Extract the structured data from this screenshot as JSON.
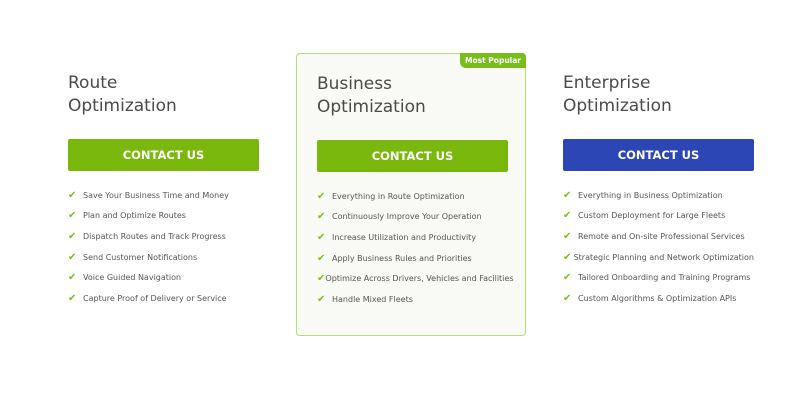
{
  "colors": {
    "green": "#7ab80e",
    "blue": "#2d46b5"
  },
  "plans": [
    {
      "title_line1": "Route",
      "title_line2": "Optimization",
      "button": "CONTACT US",
      "features": [
        "Save Your Business Time and Money",
        "Plan and Optimize Routes",
        "Dispatch Routes and Track Progress",
        "Send Customer Notifications",
        "Voice Guided Navigation",
        "Capture Proof of Delivery or Service"
      ]
    },
    {
      "badge": "Most Popular",
      "title_line1": "Business",
      "title_line2": "Optimization",
      "button": "CONTACT US",
      "features": [
        "Everything in Route Optimization",
        "Continuously Improve Your Operation",
        "Increase Utilization and Productivity",
        "Apply Business Rules and Priorities",
        "Optimize Across Drivers, Vehicles and Facilities",
        "Handle Mixed Fleets"
      ]
    },
    {
      "title_line1": "Enterprise",
      "title_line2": "Optimization",
      "button": "CONTACT US",
      "features": [
        "Everything in Business Optimization",
        "Custom Deployment for Large Fleets",
        "Remote and On-site Professional Services",
        "Strategic Planning and Network Optimization",
        "Tailored Onboarding and Training Programs",
        "Custom Algorithms & Optimization APIs"
      ]
    }
  ]
}
